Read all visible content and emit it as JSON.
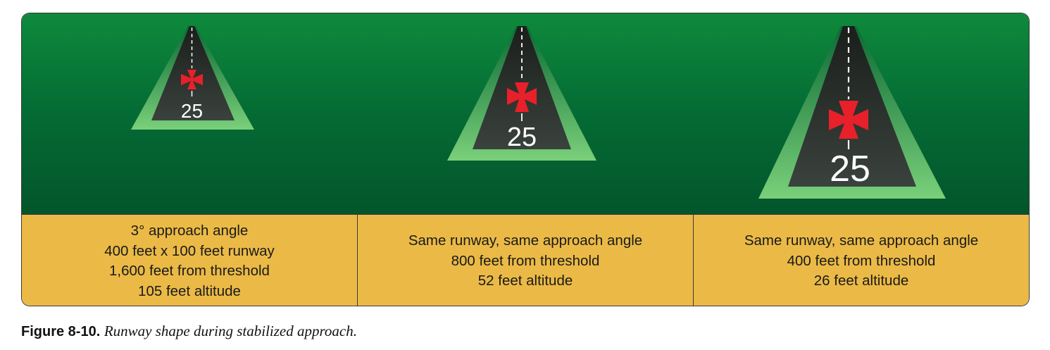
{
  "runway_views": [
    {
      "runway_number": "25",
      "description": [
        "3° approach angle",
        "400 feet x 100 feet runway",
        "1,600 feet from threshold",
        "105 feet altitude"
      ]
    },
    {
      "runway_number": "25",
      "description": [
        "Same runway, same approach angle",
        "800 feet from threshold",
        "52 feet altitude"
      ]
    },
    {
      "runway_number": "25",
      "description": [
        "Same runway, same approach angle",
        "400 feet from threshold",
        "26 feet altitude"
      ]
    }
  ],
  "caption": {
    "figure_number": "Figure 8-10.",
    "text": "Runway shape during stabilized approach."
  },
  "colors": {
    "sky_top": "#0e8a3c",
    "sky_bottom": "#03552b",
    "runway_surface": "#222823",
    "runway_shoulder": "#6fc66f",
    "aim_marker": "#e8202a",
    "info_panel": "#ebba46"
  }
}
